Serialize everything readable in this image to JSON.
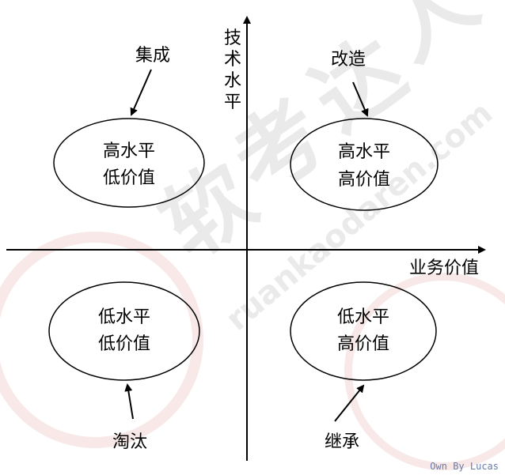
{
  "axes": {
    "y_label": [
      "技",
      "术",
      "水",
      "平"
    ],
    "x_label": "业务价值"
  },
  "quadrants": {
    "top_left": {
      "strategy": "集成",
      "line1": "高水平",
      "line2": "低价值"
    },
    "top_right": {
      "strategy": "改造",
      "line1": "高水平",
      "line2": "高价值"
    },
    "bottom_left": {
      "strategy": "淘汰",
      "line1": "低水平",
      "line2": "低价值"
    },
    "bottom_right": {
      "strategy": "继承",
      "line1": "低水平",
      "line2": "高价值"
    }
  },
  "watermark": {
    "text": "ruankaodaren.com",
    "chars": [
      "软",
      "考",
      "达",
      "人"
    ]
  },
  "credit": "Own By Lucas"
}
